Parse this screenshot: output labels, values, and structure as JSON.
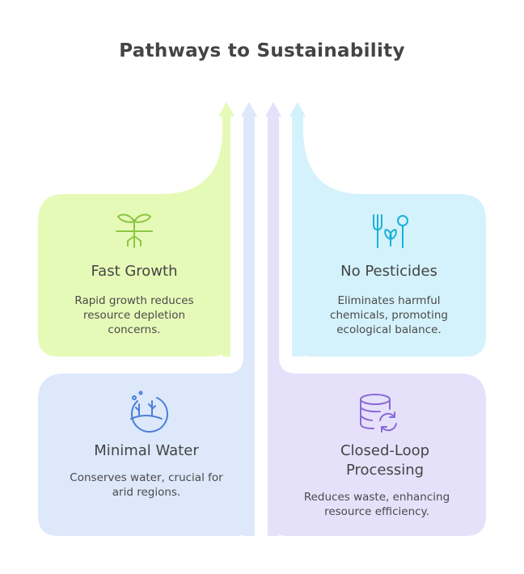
{
  "title": "Pathways to Sustainability",
  "cards": [
    {
      "id": "fast-growth",
      "title": "Fast Growth",
      "description": "Rapid growth reduces resource depletion concerns.",
      "color": "#e6fab8",
      "icon": "plant-roots-icon",
      "icon_color": "#8cc63f"
    },
    {
      "id": "no-pesticides",
      "title": "No Pesticides",
      "description": "Eliminates harmful chemicals, promoting ecological balance.",
      "color": "#d4f2fc",
      "icon": "utensils-leaf-icon",
      "icon_color": "#1ab0d8"
    },
    {
      "id": "minimal-water",
      "title": "Minimal Water",
      "description": "Conserves water, crucial for arid regions.",
      "color": "#dde8fb",
      "icon": "desert-plant-icon",
      "icon_color": "#4a7fd8"
    },
    {
      "id": "closed-loop",
      "title": "Closed-Loop Processing",
      "description": "Reduces waste, enhancing resource efficiency.",
      "color": "#e6e1fb",
      "icon": "database-recycle-icon",
      "icon_color": "#8a6ad8"
    }
  ]
}
